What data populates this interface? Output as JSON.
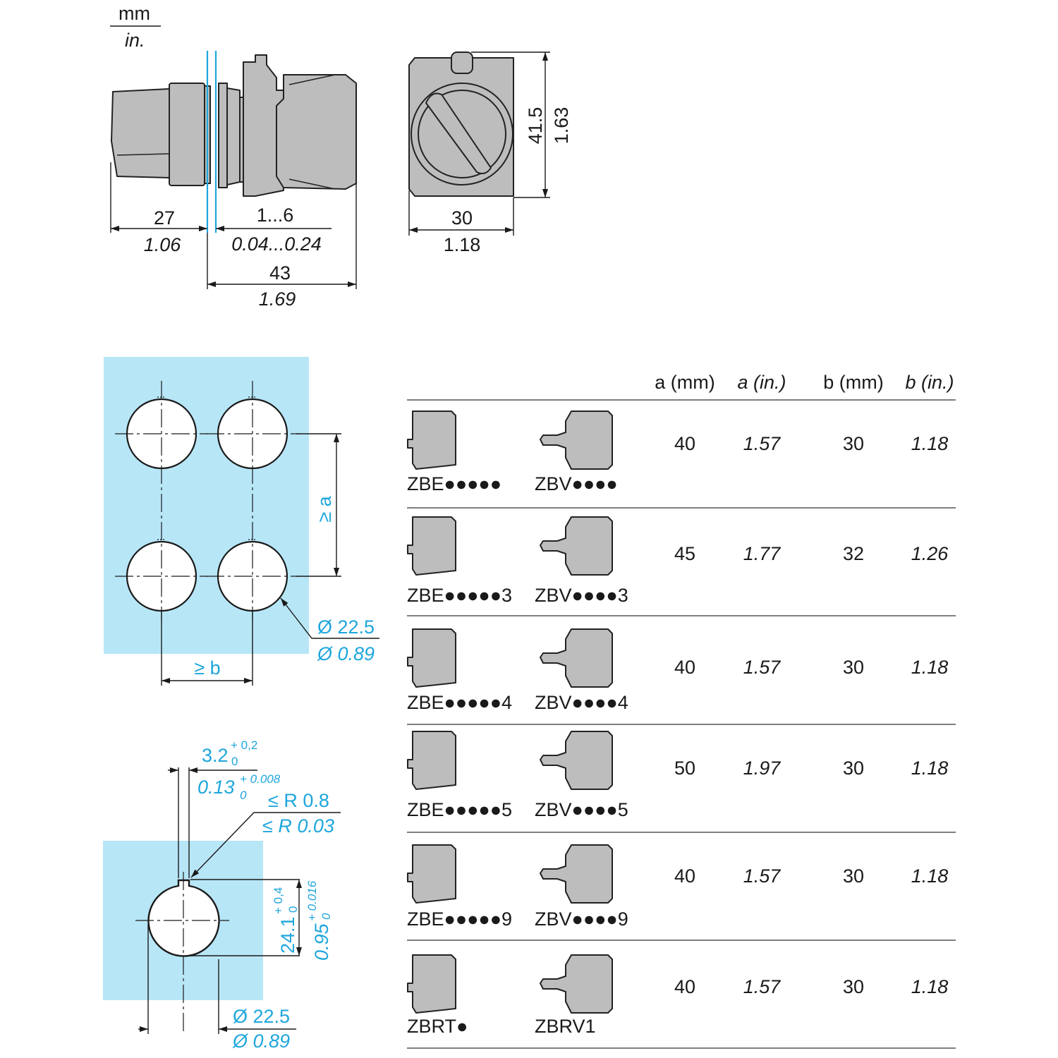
{
  "units": {
    "mm": "mm",
    "in": "in."
  },
  "side_view": {
    "dim_27": {
      "mm": "27",
      "in": "1.06"
    },
    "dim_panel": {
      "mm": "1...6",
      "in": "0.04...0.24"
    },
    "dim_43": {
      "mm": "43",
      "in": "1.69"
    }
  },
  "front_view": {
    "dim_height": {
      "mm": "41.5",
      "in": "1.63"
    },
    "dim_width": {
      "mm": "30",
      "in": "1.18"
    }
  },
  "cutout_layout": {
    "spacing_a": "≥ a",
    "spacing_b": "≥ b",
    "hole": {
      "mm": "Ø 22.5",
      "in": "Ø 0.89"
    }
  },
  "cutout_detail": {
    "key_width": {
      "mm": "3.2",
      "mm_tol_upper": "+ 0,2",
      "mm_tol_lower": "0",
      "in": "0.13",
      "in_tol_upper": "+ 0.008",
      "in_tol_lower": "0"
    },
    "radius": {
      "mm": "≤ R 0.8",
      "in": "≤ R 0.03"
    },
    "height": {
      "mm": "24.1",
      "mm_tol_upper": "+ 0,4",
      "mm_tol_lower": "0",
      "in": "0.95",
      "in_tol_upper": "+ 0.016",
      "in_tol_lower": "0"
    },
    "hole": {
      "mm": "Ø 22.5",
      "in": "Ø 0.89"
    }
  },
  "table": {
    "headers": [
      "a (mm)",
      "a (in.)",
      "b (mm)",
      "b (in.)"
    ],
    "rows": [
      {
        "ref1": "ZBE●●●●●",
        "ref2": "ZBV●●●●",
        "a_mm": "40",
        "a_in": "1.57",
        "b_mm": "30",
        "b_in": "1.18"
      },
      {
        "ref1": "ZBE●●●●●3",
        "ref2": "ZBV●●●●3",
        "a_mm": "45",
        "a_in": "1.77",
        "b_mm": "32",
        "b_in": "1.26"
      },
      {
        "ref1": "ZBE●●●●●4",
        "ref2": "ZBV●●●●4",
        "a_mm": "40",
        "a_in": "1.57",
        "b_mm": "30",
        "b_in": "1.18"
      },
      {
        "ref1": "ZBE●●●●●5",
        "ref2": "ZBV●●●●5",
        "a_mm": "50",
        "a_in": "1.97",
        "b_mm": "30",
        "b_in": "1.18"
      },
      {
        "ref1": "ZBE●●●●●9",
        "ref2": "ZBV●●●●9",
        "a_mm": "40",
        "a_in": "1.57",
        "b_mm": "30",
        "b_in": "1.18"
      },
      {
        "ref1": "ZBRT●",
        "ref2": "ZBRV1",
        "a_mm": "40",
        "a_in": "1.57",
        "b_mm": "30",
        "b_in": "1.18"
      }
    ]
  },
  "colors": {
    "accent": "#1ea6dc",
    "panel": "#b7e6f7",
    "part": "#bdbdbd"
  }
}
